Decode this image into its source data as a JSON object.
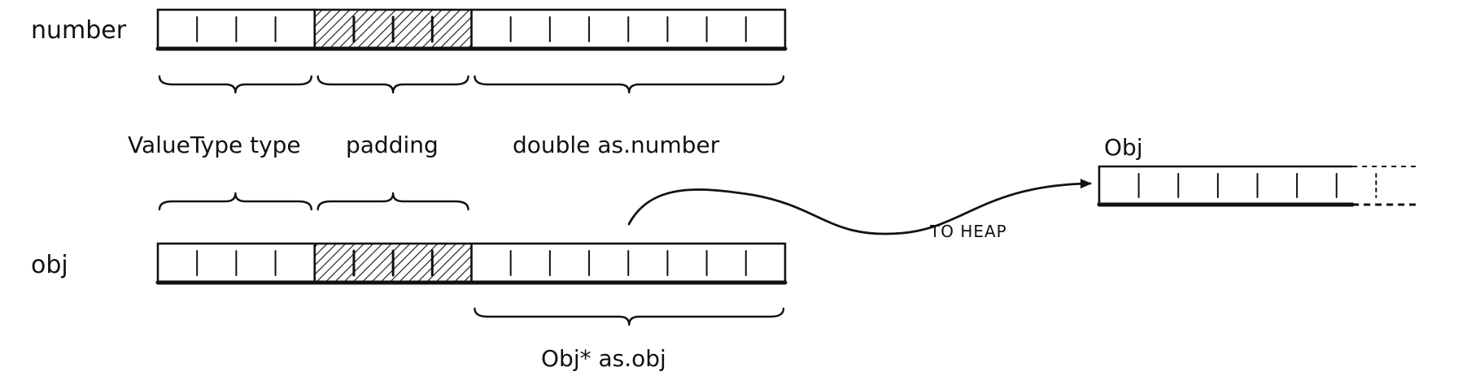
{
  "rows": {
    "number": {
      "label": "number"
    },
    "obj": {
      "label": "obj"
    }
  },
  "fields": {
    "type": "ValueType type",
    "padding": "padding",
    "number": "double as.number",
    "obj": "Obj* as.obj"
  },
  "heap": {
    "label": "Obj",
    "arrow_label": "TO HEAP"
  },
  "layout": {
    "type_bytes": 4,
    "padding_bytes": 4,
    "payload_bytes": 8
  },
  "colors": {
    "ink": "#111111",
    "background": "#ffffff"
  }
}
